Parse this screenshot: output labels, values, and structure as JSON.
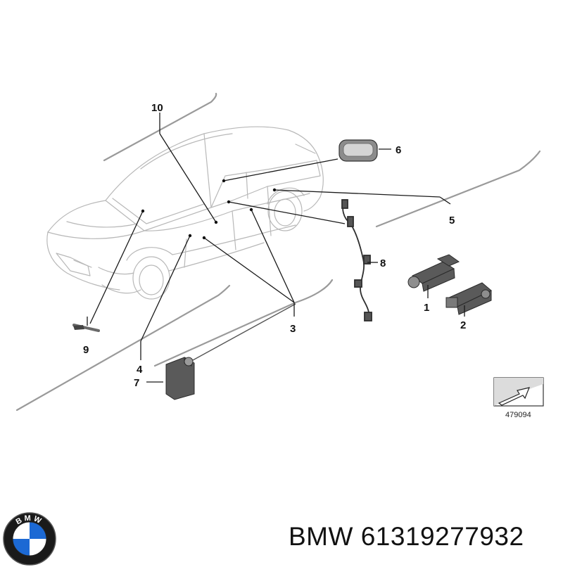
{
  "diagram": {
    "callouts": [
      "1",
      "2",
      "3",
      "4",
      "5",
      "6",
      "7",
      "8",
      "9",
      "10"
    ],
    "reference_number": "479094"
  },
  "logo": {
    "text": "BMW",
    "colors": {
      "blue": "#1c69d4",
      "ring": "#1a1a1a",
      "white": "#ffffff"
    }
  },
  "footer": {
    "brand": "BMW",
    "part_number": "61319277932"
  }
}
